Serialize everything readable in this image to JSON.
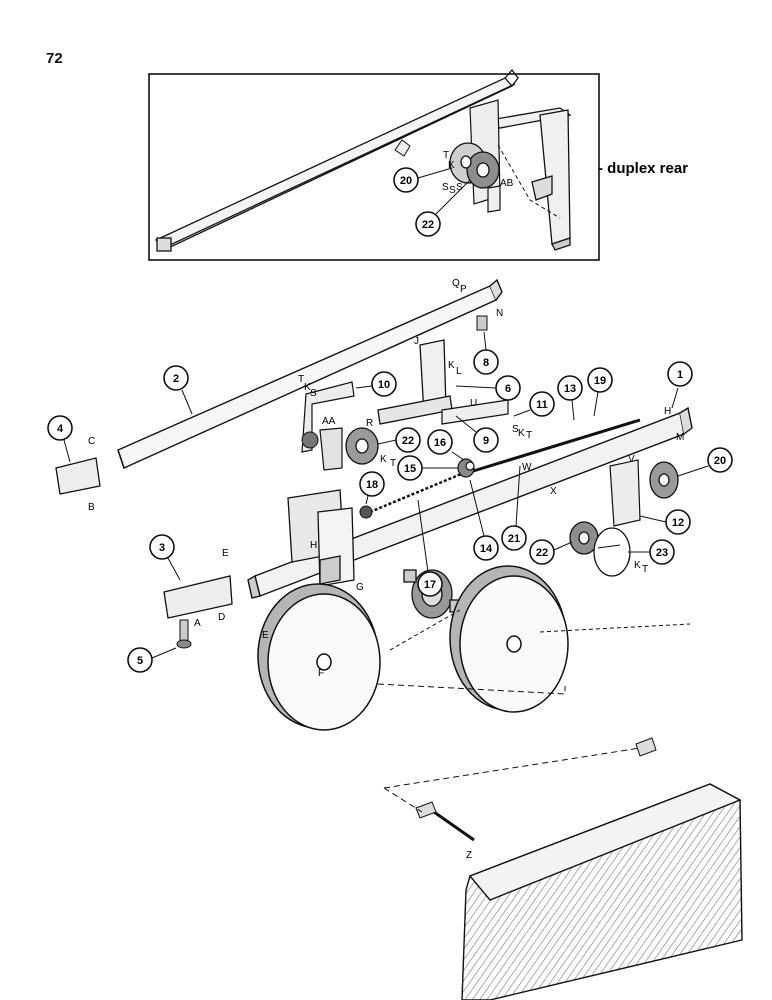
{
  "page_number": "72",
  "inset": {
    "note": "- duplex rear",
    "callouts": [
      "20",
      "22"
    ],
    "letters": [
      "T",
      "K",
      "S",
      "S",
      "S",
      "AB"
    ]
  },
  "callouts": [
    "1",
    "2",
    "3",
    "4",
    "5",
    "6",
    "8",
    "9",
    "10",
    "11",
    "12",
    "13",
    "14",
    "15",
    "16",
    "17",
    "18",
    "19",
    "20",
    "21",
    "22",
    "22",
    "23"
  ],
  "letters": [
    "Q",
    "P",
    "N",
    "J",
    "K",
    "L",
    "T",
    "K",
    "S",
    "AA",
    "R",
    "U",
    "S",
    "K",
    "T",
    "H",
    "M",
    "K",
    "T",
    "C",
    "B",
    "E",
    "D",
    "A",
    "H",
    "G",
    "E",
    "F",
    "W",
    "V",
    "X",
    "K",
    "T",
    "Z",
    "M"
  ],
  "colors": {
    "ink": "#111111",
    "paper": "#ffffff",
    "shade": "#9a9a9a"
  }
}
